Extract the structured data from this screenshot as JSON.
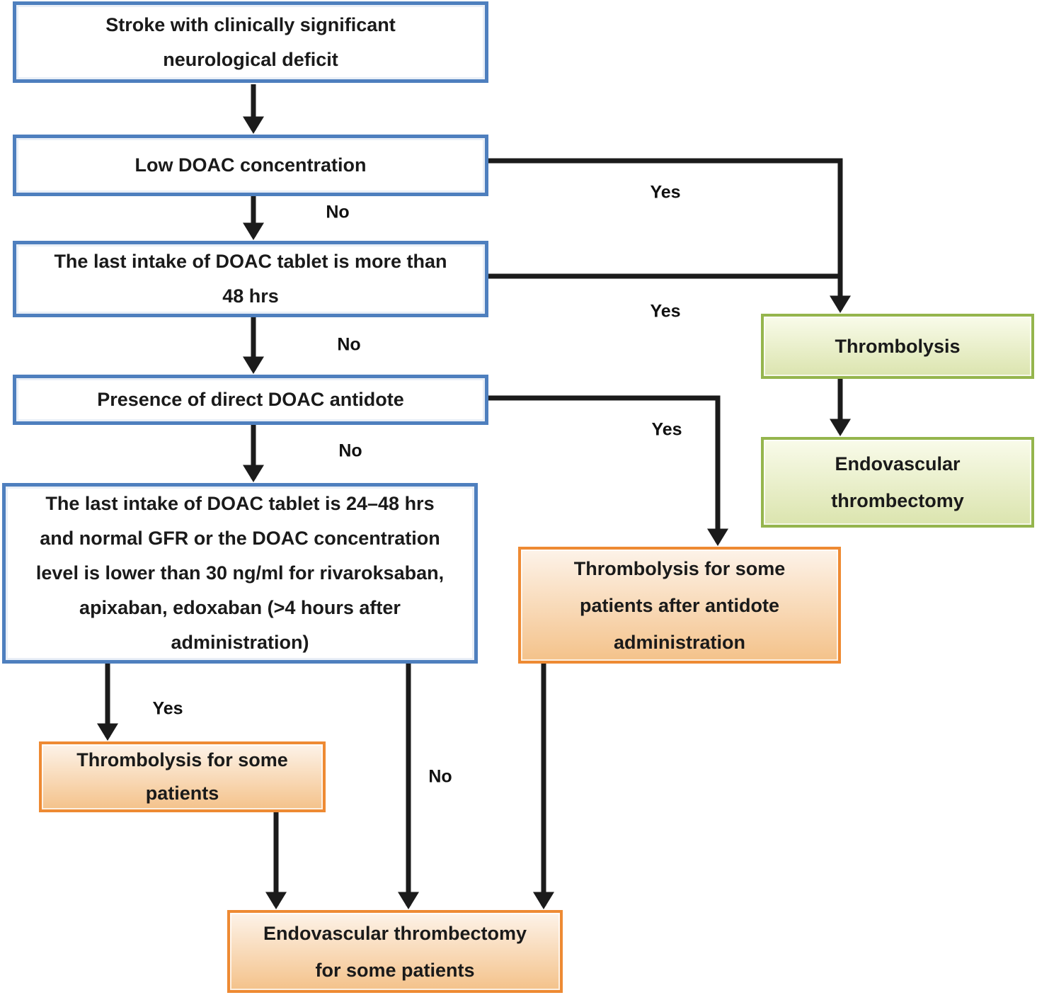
{
  "nodes": {
    "stroke": {
      "text": "Stroke with clinically significant\nneurological deficit"
    },
    "low_doac": {
      "text": "Low DOAC concentration"
    },
    "intake_48": {
      "text": "The last intake of DOAC tablet is more than\n48 hrs"
    },
    "antidote": {
      "text": "Presence of direct DOAC antidote"
    },
    "intake_24_48": {
      "text": "The last intake of DOAC tablet is 24–48 hrs\nand normal GFR or the DOAC concentration\nlevel is lower than 30 ng/ml for rivaroksaban,\napixaban, edoxaban (>4 hours after\nadministration)"
    },
    "thrombolysis": {
      "text": "Thrombolysis"
    },
    "endo_thrombectomy": {
      "text": "Endovascular\nthrombectomy"
    },
    "thrombolysis_after_antidote": {
      "text": "Thrombolysis for some\npatients after antidote\nadministration"
    },
    "thrombolysis_some": {
      "text": "Thrombolysis for some\npatients"
    },
    "thrombectomy_some": {
      "text": "Endovascular thrombectomy\nfor some patients"
    }
  },
  "labels": {
    "yes": "Yes",
    "no": "No"
  },
  "colors": {
    "decision_border": "#4e7fbe",
    "outcome_green_border": "#95b54d",
    "outcome_green_top": "#f9fbea",
    "outcome_green_bottom": "#dbe4ae",
    "outcome_orange_border": "#ee8a33",
    "outcome_orange_top": "#fdf3e9",
    "outcome_orange_bottom": "#f4c28a",
    "arrow_color": "#1b1b1b"
  }
}
